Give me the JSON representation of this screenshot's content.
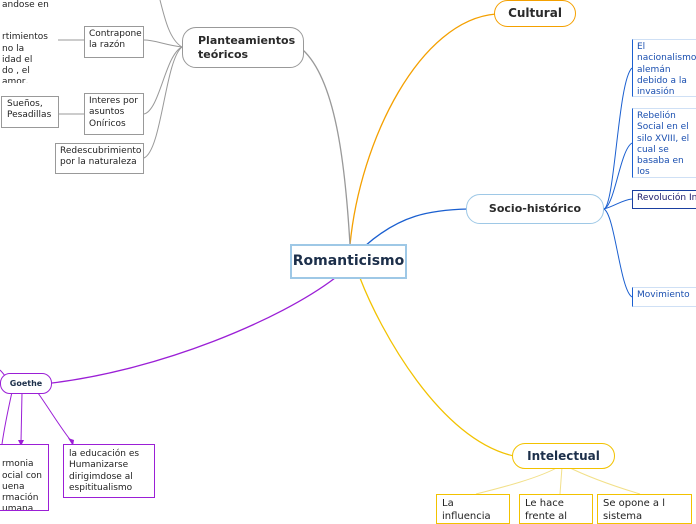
{
  "central": {
    "label": "Romanticismo"
  },
  "branches": {
    "cultural": {
      "label": "Cultural",
      "color": "#f4a000"
    },
    "sociohistorico": {
      "label": "Socio-histórico",
      "color": "#1a5fd0"
    },
    "intelectual": {
      "label": "Intelectual",
      "color": "#f2c200"
    },
    "planteamientos": {
      "label": "Planteamientos teóricos",
      "color": "#999999"
    },
    "goethe": {
      "label": "Goethe",
      "color": "#9b1fd6"
    }
  },
  "socio_items": [
    "El nacionalismo alemán debido a la invasión Napoleónica",
    "Rebelión Social en el silo XVIII, el cual se basaba en los sentimientos",
    "Revolución Industrial",
    "Movimiento"
  ],
  "planteamientos_items": [
    "Contrapone la razón",
    "Interes por asuntos Oníricos",
    "Redescubrimiento por la naturaleza"
  ],
  "partial_texts": {
    "top_left_a": "andose en",
    "top_left_b": "rtimientos\nno la\nidad el\ndo , el amor,\nisteza",
    "suenos": "Sueños, Pesadillas"
  },
  "goethe_items": [
    "rmonia\nocial con\nuena\nrmación\numana",
    "la educación es Humanizarse dirigimdose al espititualismo"
  ],
  "intelectual_items": [
    "La influencia del",
    "Le hace frente al",
    "Se opone a l sistema"
  ]
}
